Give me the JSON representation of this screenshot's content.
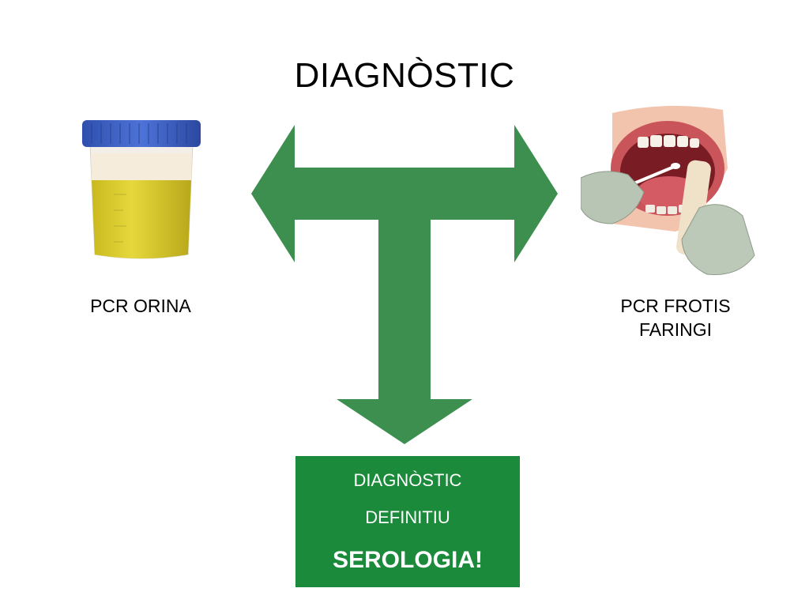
{
  "title": "DIAGNÒSTIC",
  "left": {
    "label": "PCR ORINA",
    "icon": "urine-sample-cup-icon"
  },
  "right": {
    "label_lines": [
      "PCR FROTIS",
      "FARINGI"
    ],
    "icon": "throat-swab-icon"
  },
  "result": {
    "line1": "DIAGNÒSTIC",
    "line2": "DEFINITIU",
    "line3": "SEROLOGIA!"
  },
  "colors": {
    "arrow": "#3d8f4f",
    "box": "#1b8a3a",
    "cap": "#3b5fc4",
    "urine": "#d9c92a"
  }
}
